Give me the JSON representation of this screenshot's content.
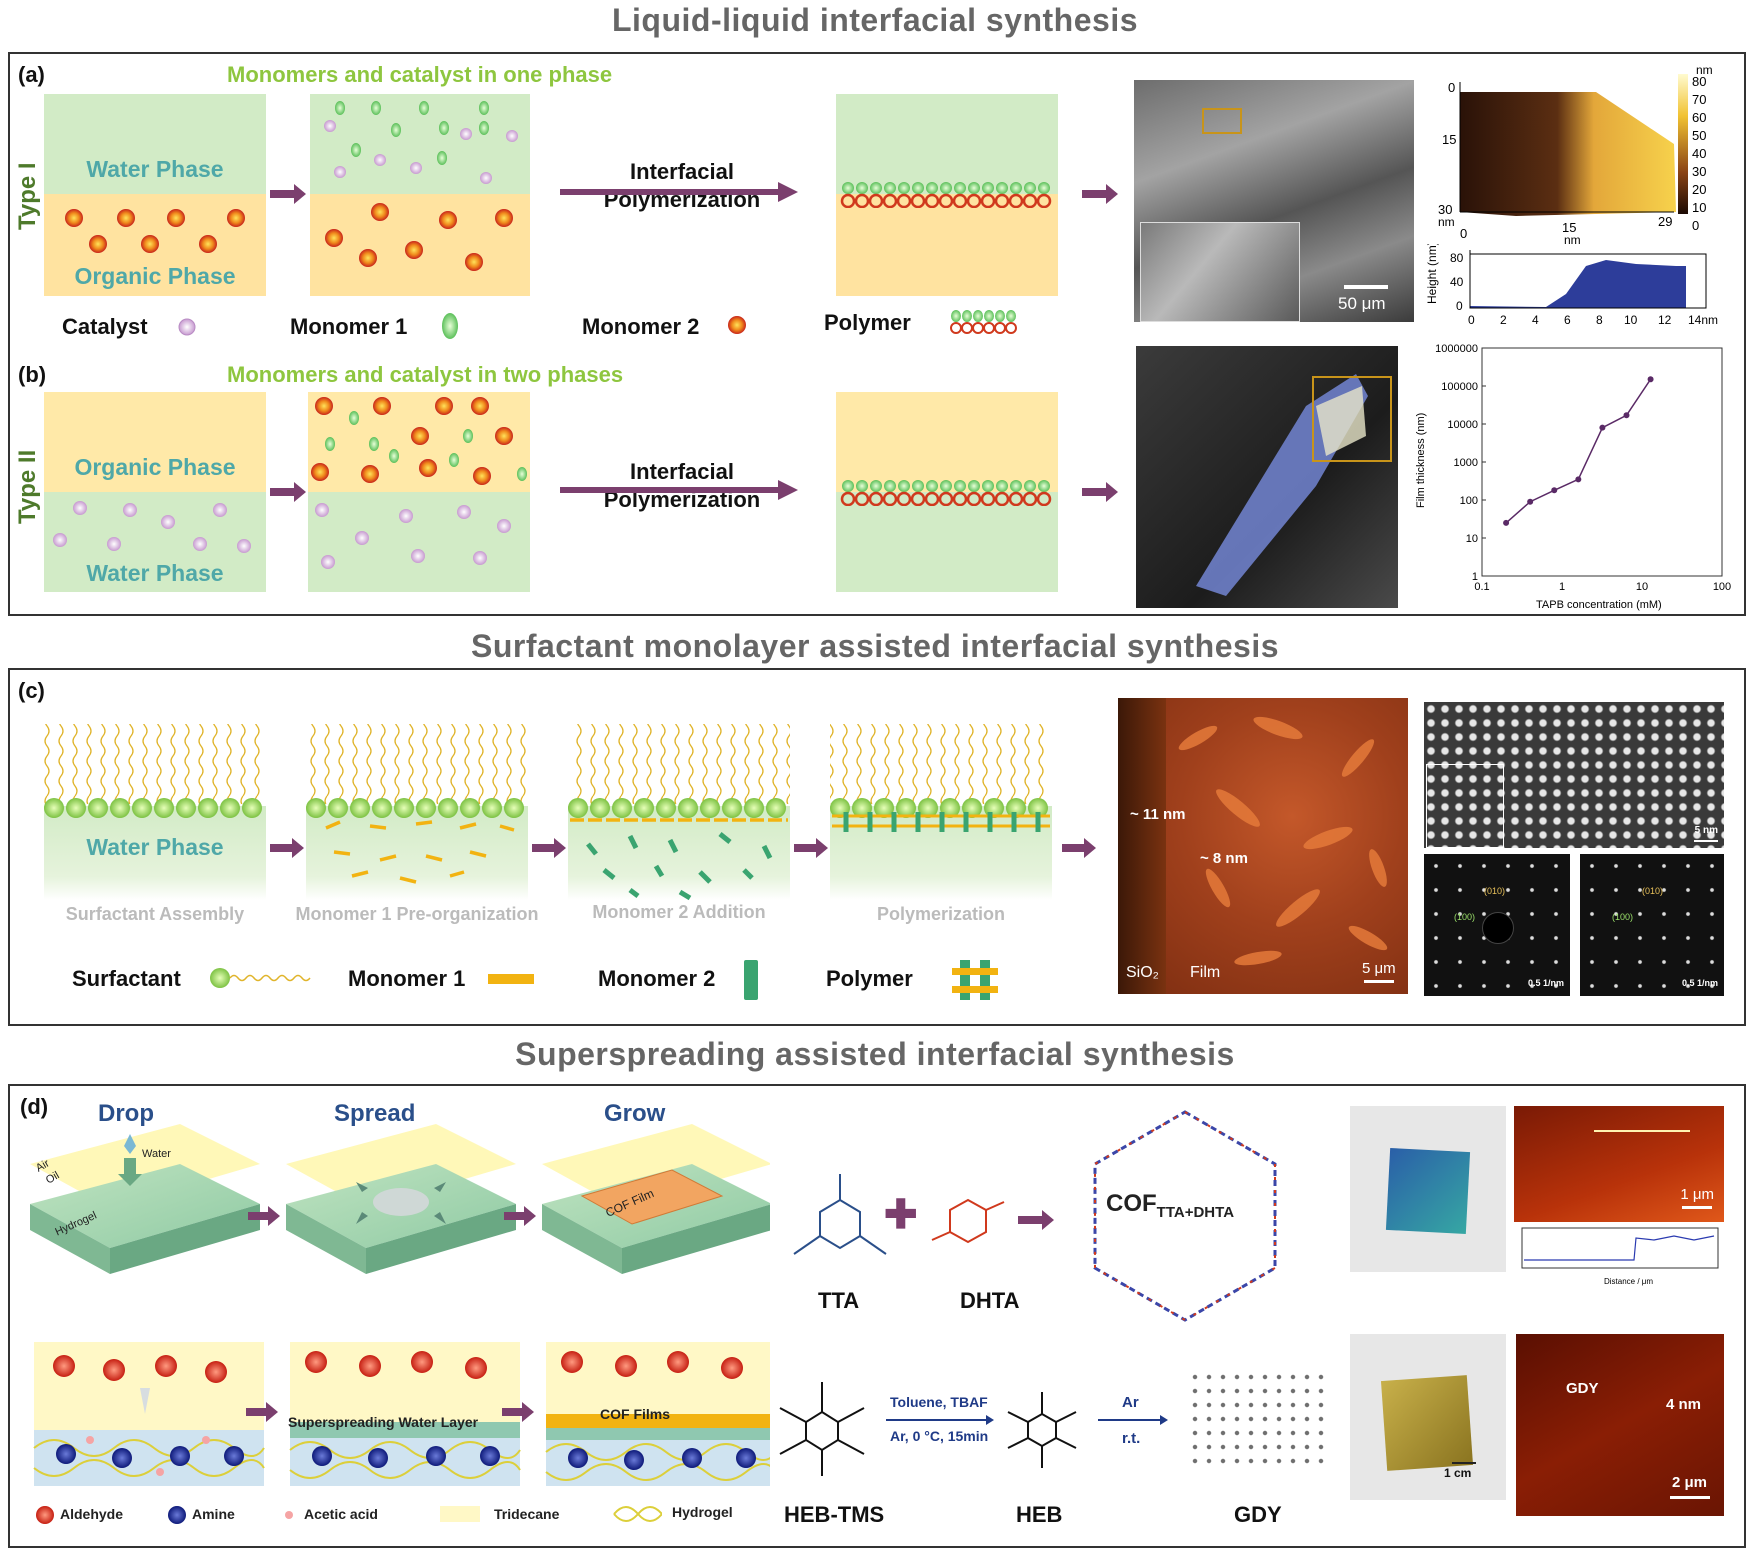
{
  "titles": {
    "liquid": "Liquid-liquid interfacial synthesis",
    "surfactant": "Surfactant monolayer assisted interfacial synthesis",
    "superspreading": "Superspreading assisted interfacial synthesis"
  },
  "panel_a": {
    "tag": "(a)",
    "heading": "Monomers and catalyst in one phase",
    "type": "Type I",
    "water_phase": "Water Phase",
    "organic_phase": "Organic Phase",
    "arrow_line1": "Interfacial",
    "arrow_line2": "Polymerization",
    "legend_catalyst": "Catalyst",
    "legend_monomer1": "Monomer 1",
    "legend_monomer2": "Monomer 2",
    "legend_polymer": "Polymer",
    "sem_scale": "50 μm",
    "afm_unit": "nm",
    "afm_colorbar": [
      "80",
      "70",
      "60",
      "50",
      "40",
      "30",
      "20",
      "10",
      "0"
    ],
    "afm_y_ticks": [
      "0",
      "15",
      "30"
    ],
    "afm_x_ticks": [
      "0",
      "15",
      "29"
    ],
    "afm_axis_unit": "nm",
    "profile_ylabel": "Height (nm)",
    "profile_y_ticks": [
      "80",
      "40",
      "0"
    ],
    "profile_x_ticks": [
      "0",
      "2",
      "4",
      "6",
      "8",
      "10",
      "12",
      "14nm"
    ]
  },
  "panel_b": {
    "tag": "(b)",
    "heading": "Monomers and catalyst in two phases",
    "type": "Type II",
    "organic_phase": "Organic Phase",
    "water_phase": "Water Phase",
    "arrow_line1": "Interfacial",
    "arrow_line2": "Polymerization"
  },
  "chart_data": {
    "type": "line",
    "xlabel": "TAPB concentration (mM)",
    "ylabel": "Film thickness (nm)",
    "xscale": "log",
    "yscale": "log",
    "xlim": [
      0.1,
      100
    ],
    "ylim": [
      1,
      1000000
    ],
    "x_tick_labels": [
      "0.1",
      "1",
      "10",
      "100"
    ],
    "y_tick_labels": [
      "1",
      "10",
      "100",
      "1000",
      "10000",
      "100000",
      "1000000"
    ],
    "x": [
      0.2,
      0.4,
      0.8,
      1.6,
      3.2,
      6.4,
      12.8
    ],
    "values": [
      25,
      90,
      180,
      350,
      8000,
      17000,
      150000
    ],
    "grid": false
  },
  "panel_c": {
    "tag": "(c)",
    "water_phase": "Water Phase",
    "stages": [
      "Surfactant Assembly",
      "Monomer 1 Pre-organization",
      "Monomer 2 Addition",
      "Polymerization"
    ],
    "legend_surfactant": "Surfactant",
    "legend_monomer1": "Monomer 1",
    "legend_monomer2": "Monomer 2",
    "legend_polymer": "Polymer",
    "afm_label1": "~ 11 nm",
    "afm_label2": "~ 8 nm",
    "afm_sio2": "SiO₂",
    "afm_film": "Film",
    "afm_scale": "5 μm",
    "hrtem_scale": "5 nm",
    "saed1_a": "(010)",
    "saed1_b": "(100)",
    "saed1_scale": "0.5 1/nm",
    "saed2_a": "(010)",
    "saed2_b": "(100)",
    "saed2_scale": "0.5 1/nm"
  },
  "panel_d": {
    "tag": "(d)",
    "drop": "Drop",
    "spread": "Spread",
    "grow": "Grow",
    "air": "Air",
    "oil": "Oil",
    "water": "Water",
    "hydrogel": "Hydrogel",
    "cof_film": "COF Film",
    "superspreading_layer": "Superspreading Water Layer",
    "cof_films": "COF Films",
    "legend_aldehyde": "Aldehyde",
    "legend_amine": "Amine",
    "legend_acetic": "Acetic acid",
    "legend_tridecane": "Tridecane",
    "legend_hydrogel": "Hydrogel",
    "tta": "TTA",
    "dhta": "DHTA",
    "cof_main": "COF",
    "cof_sub": "TTA+DHTA",
    "heb_tms": "HEB-TMS",
    "heb": "HEB",
    "gdy": "GDY",
    "cond1": "Toluene, TBAF",
    "cond2": "Ar, 0 °C, 15min",
    "cond3": "Ar",
    "cond4": "r.t.",
    "afm1_scale": "1 μm",
    "afm1_xlabel": "Distance / μm",
    "photo2_scale": "1 cm",
    "afm2_gdy": "GDY",
    "afm2_height": "4 nm",
    "afm2_scale": "2 μm"
  }
}
